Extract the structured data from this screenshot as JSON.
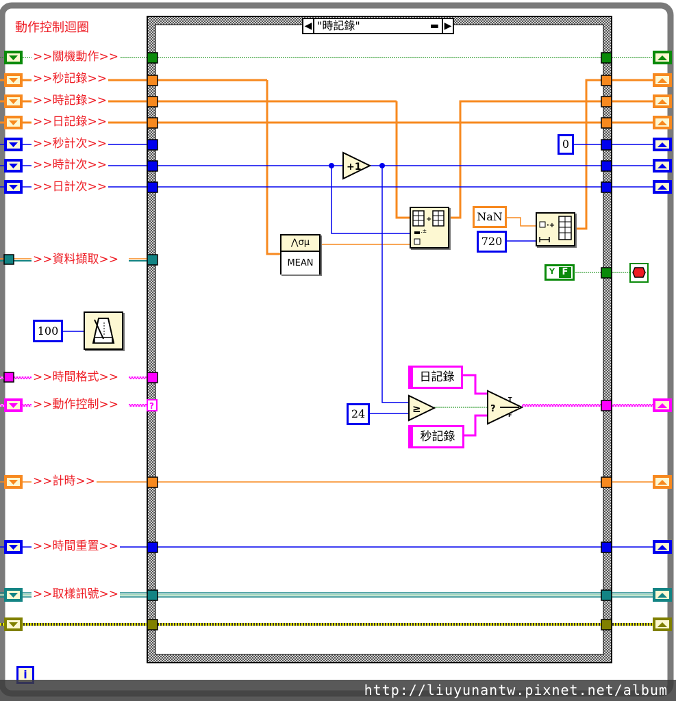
{
  "loop": {
    "title": "動作控制迴圈",
    "type": "while-loop",
    "iteration_terminal": "i"
  },
  "case_structure": {
    "selector_value": "\"時記錄\"",
    "selector_dropdown": "▬"
  },
  "shift_registers": [
    {
      "label": ">>關機動作>>",
      "type": "boolean",
      "color": "#0a8a0a"
    },
    {
      "label": ">>秒記錄>>",
      "type": "dbl-array",
      "color": "#f7891f"
    },
    {
      "label": ">>時記錄>>",
      "type": "dbl-array",
      "color": "#f7891f"
    },
    {
      "label": ">>日記錄>>",
      "type": "dbl-array",
      "color": "#f7891f"
    },
    {
      "label": ">>秒計次>>",
      "type": "i32",
      "color": "#0000ee"
    },
    {
      "label": ">>時計次>>",
      "type": "i32",
      "color": "#0000ee"
    },
    {
      "label": ">>日計次>>",
      "type": "i32",
      "color": "#0000ee"
    },
    {
      "label": ">>資料擷取>>",
      "type": "cluster",
      "color": "#138484"
    },
    {
      "label": ">>時間格式>>",
      "type": "string",
      "color": "#ff00ff"
    },
    {
      "label": ">>動作控制>>",
      "type": "string",
      "color": "#ff00ff"
    },
    {
      "label": ">>計時>>",
      "type": "dbl",
      "color": "#f7891f"
    },
    {
      "label": ">>時間重置>>",
      "type": "i32",
      "color": "#0000ee"
    },
    {
      "label": ">>取樣訊號>>",
      "type": "cluster",
      "color": "#138484"
    },
    {
      "label": "",
      "type": "refnum",
      "color": "#808000"
    }
  ],
  "constants": {
    "wait_ms": "100",
    "zero": "0",
    "nan": "NaN",
    "size": "720",
    "limit": "24",
    "str_day": "日記錄",
    "str_sec": "秒記錄",
    "bool_false": "F"
  },
  "nodes": {
    "increment": "+1",
    "mean_top": "⋀σμ",
    "mean": "MEAN",
    "greater_equal": "≥",
    "select": "?",
    "tunnel_unwired": "?"
  },
  "watermark": "http://liuyunantw.pixnet.net/album"
}
